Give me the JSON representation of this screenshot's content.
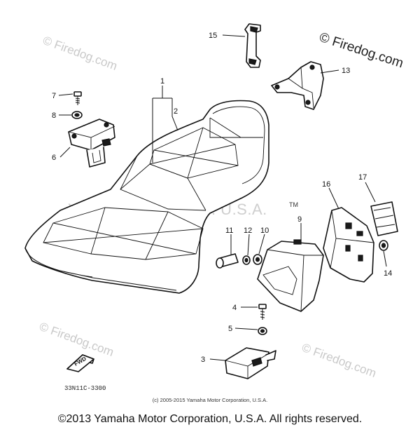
{
  "watermarks": {
    "corner": "© Firedog.com",
    "center": "Yamaha Motor Corp. U.S.A.",
    "trademark": "TM"
  },
  "part_code": "33N11C-3300",
  "fwd_label": "FWD",
  "small_copyright": "(c) 2005-2015 Yamaha Motor Corporation, U.S.A.",
  "footer_copyright": "©2013 Yamaha Motor Corporation, U.S.A. All rights reserved.",
  "callouts": [
    "1",
    "2",
    "3",
    "4",
    "5",
    "6",
    "7",
    "8",
    "9",
    "10",
    "11",
    "12",
    "13",
    "14",
    "15",
    "16",
    "17"
  ]
}
